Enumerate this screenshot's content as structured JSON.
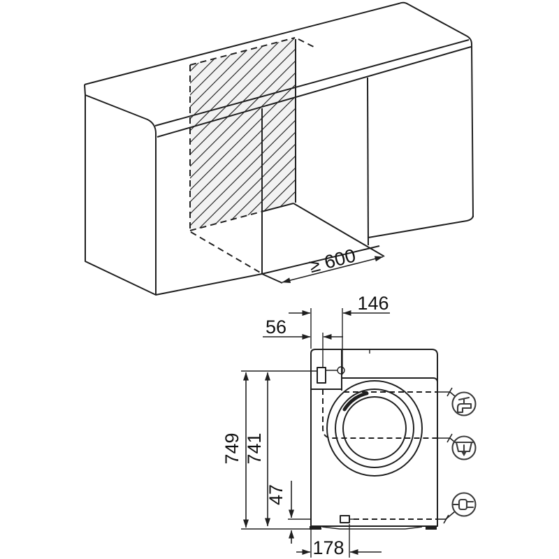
{
  "diagram": {
    "dims": {
      "d600": "≥ 600",
      "d146": "146",
      "d56": "56",
      "d749": "749",
      "d741": "741",
      "d47": "47",
      "d178": "178"
    },
    "icons": [
      {
        "name": "water-tap"
      },
      {
        "name": "drain"
      },
      {
        "name": "power-plug"
      }
    ],
    "colors": {
      "line": "#1f1f1f",
      "hatch_fill": "#f2f2f2",
      "background": "#ffffff"
    }
  }
}
